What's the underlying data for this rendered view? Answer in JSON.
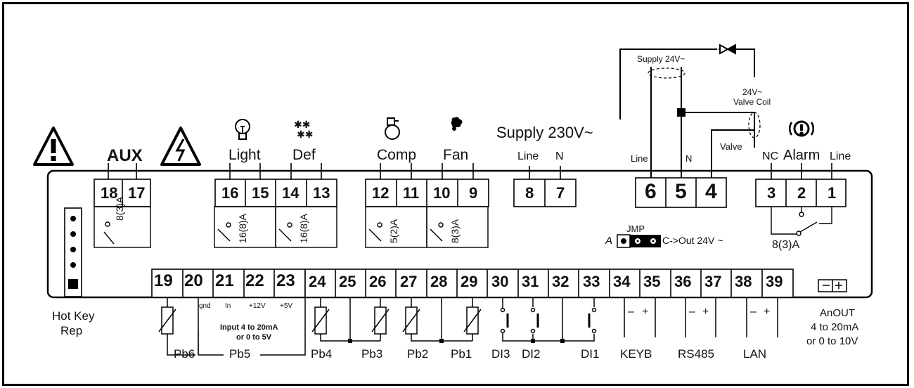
{
  "top_labels": {
    "aux": "AUX",
    "light": "Light",
    "def": "Def",
    "comp": "Comp",
    "fan": "Fan",
    "supply230": "Supply 230V~",
    "line_a": "Line",
    "n_a": "N",
    "line_b": "Line",
    "n_b": "N",
    "valve": "Valve",
    "nc": "NC",
    "alarm": "Alarm",
    "line_c": "Line",
    "supply24": "Supply 24V~",
    "coil_1": "24V~",
    "coil_2": "Valve Coil"
  },
  "top_terminals": [
    "18",
    "17",
    "16",
    "15",
    "14",
    "13",
    "12",
    "11",
    "10",
    "9",
    "8",
    "7",
    "6",
    "5",
    "4",
    "3",
    "2",
    "1"
  ],
  "relay_ratings": {
    "aux": "8(3)A",
    "light": "16(8)A",
    "def": "16(8)A",
    "comp": "5(2)A",
    "fan": "8(3)A",
    "alarm": "8(3)A"
  },
  "jumper": {
    "title": "JMP",
    "a": "A",
    "c": "C->Out 24V ~"
  },
  "bottom_terminals": [
    "19",
    "20",
    "21",
    "22",
    "23",
    "24",
    "25",
    "26",
    "27",
    "28",
    "29",
    "30",
    "31",
    "32",
    "33",
    "34",
    "35",
    "36",
    "37",
    "38",
    "39"
  ],
  "pb5_pins": {
    "gnd": "gnd",
    "in": "In",
    "v12": "+12V",
    "v5": "+5V"
  },
  "pb5_note_1": "Input 4 to 20mA",
  "pb5_note_2": "or 0 to 5V",
  "bottom_labels": {
    "hotkey_1": "Hot Key",
    "hotkey_2": "Rep",
    "pb6": "Pb6",
    "pb5": "Pb5",
    "pb4": "Pb4",
    "pb3": "Pb3",
    "pb2": "Pb2",
    "pb1": "Pb1",
    "di3": "DI3",
    "di2": "DI2",
    "di1": "DI1",
    "keyb": "KEYB",
    "rs485": "RS485",
    "lan": "LAN",
    "anout_1": "AnOUT",
    "anout_2": "4 to 20mA",
    "anout_3": "or 0 to 10V"
  },
  "polarity": {
    "minus": "–",
    "plus": "+"
  },
  "icons": [
    "warning-icon",
    "high-voltage-icon",
    "light-bulb-icon",
    "defrost-icon",
    "compressor-icon",
    "fan-icon",
    "alarm-icon",
    "valve-icon"
  ]
}
